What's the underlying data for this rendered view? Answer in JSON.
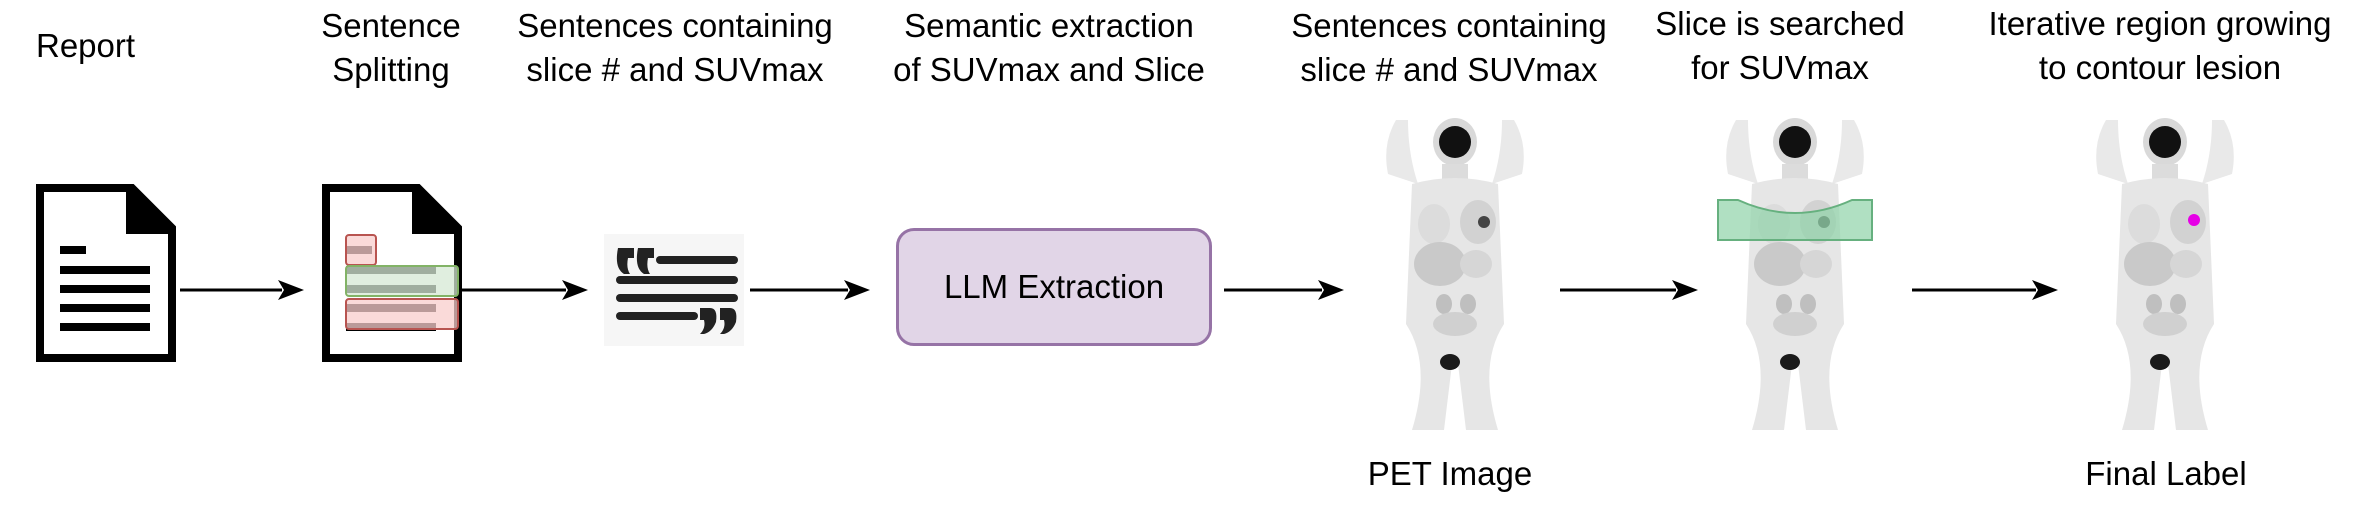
{
  "steps": [
    {
      "id": "report",
      "lines": [
        "Report"
      ]
    },
    {
      "id": "splitting",
      "lines": [
        "Sentence",
        "Splitting"
      ]
    },
    {
      "id": "filter",
      "lines": [
        "Sentences containing",
        "slice # and SUVmax"
      ]
    },
    {
      "id": "extraction",
      "lines": [
        "Semantic extraction",
        "of SUVmax and Slice"
      ]
    },
    {
      "id": "pet",
      "lines": [
        "Sentences containing",
        "slice # and SUVmax"
      ]
    },
    {
      "id": "search",
      "lines": [
        "Slice is searched",
        "for SUVmax"
      ]
    },
    {
      "id": "growing",
      "lines": [
        "Iterative region growing",
        "to contour lesion"
      ]
    }
  ],
  "llm_box": {
    "label": "LLM Extraction"
  },
  "captions": {
    "pet": "PET Image",
    "final": "Final Label"
  },
  "colors": {
    "llm_fill": "#e1d5e7",
    "llm_border": "#9673a6",
    "red_fill": "#f8cecc",
    "red_border": "#b85450",
    "green_fill": "#d5e8d4",
    "green_border": "#82b366",
    "slice_band": "#8fd3a8",
    "lesion": "#e600e6"
  }
}
